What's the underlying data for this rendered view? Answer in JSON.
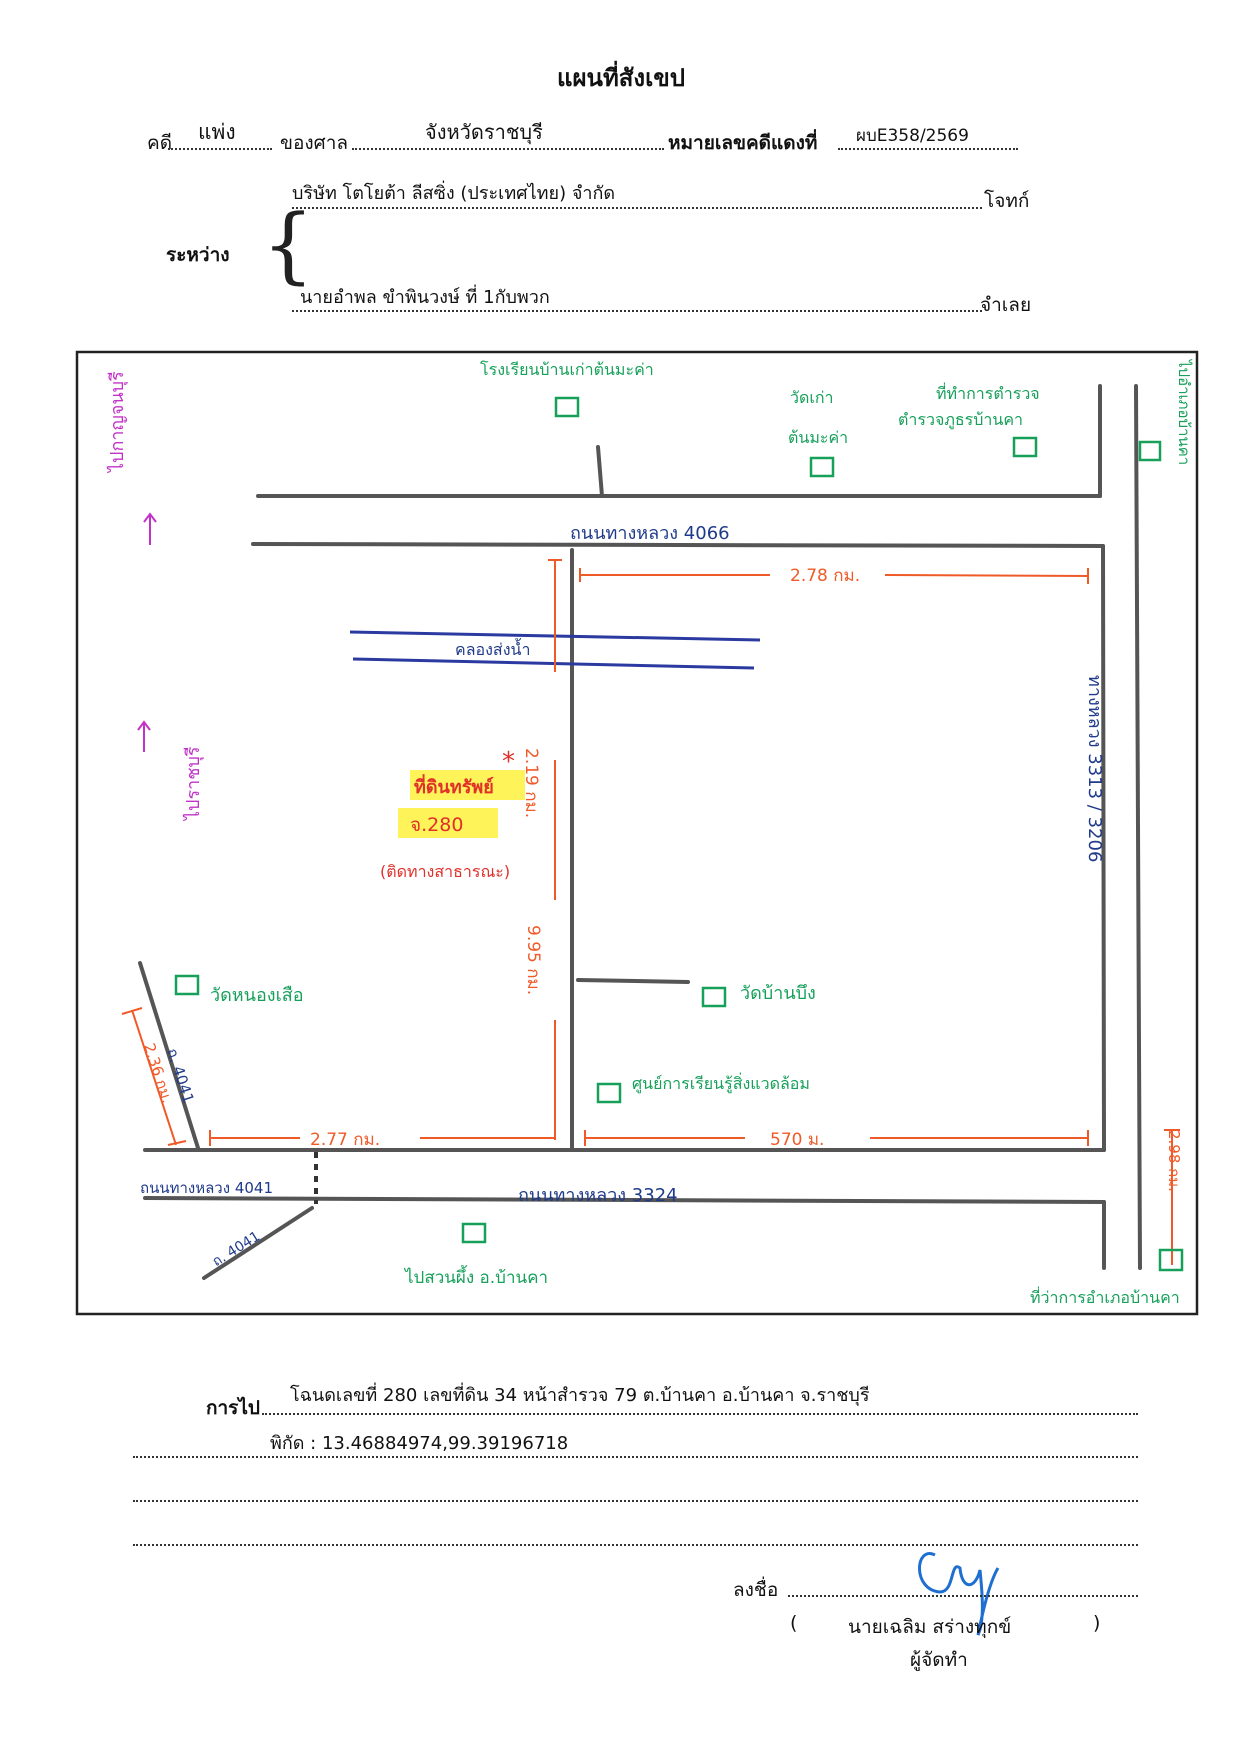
{
  "header": {
    "title": "แผนที่สังเขป",
    "case_label": "คดี",
    "case_type": "แพ่ง",
    "court_label": "ของศาล",
    "court": "จังหวัดราชบุรี",
    "red_case_label": "หมายเลขคดีแดงที่",
    "red_case_no": "ผบE358/2569"
  },
  "parties": {
    "between_label": "ระหว่าง",
    "plaintiff": "บริษัท โตโยต้า ลีสซิ่ง (ประเทศไทย) จำกัด",
    "plaintiff_role": "โจทก์",
    "defendant": "นายอำพล ขำพินวงษ์ ที่ 1กับพวก",
    "defendant_role": "จำเลย"
  },
  "map": {
    "labels": {
      "school_top": "โรงเรียนบ้านเก่าต้นมะค่า",
      "temple_old": "วัดเก่า",
      "temple_old_2": "ต้นมะค่า",
      "police": "ที่ทำการตำรวจ",
      "police_2": "ตำรวจภูธรบ้านคา",
      "to_kanchanaburi": "ไปกาญจนบุรี",
      "road_top": "ถนนทางหลวง 4066",
      "dist_top": "2.78 กม.",
      "canal": "คลองส่งน้ำ",
      "dist_vertical_1": "2.19 กม.",
      "target_1": "ที่ดินทรัพย์",
      "target_2": "จ.280",
      "target_3": "(ติดทางสาธารณะ)",
      "to_ratchaburi": "ไปราชบุรี",
      "road_right": "ทางหลวง 3313 / 3206",
      "road_right_far": "ไปอำเภอบ้านคา",
      "temple_left": "วัดหนองเสือ",
      "temple_center": "วัดบ้านบึง",
      "dist_vertical_2": "9.95 กม.",
      "road_diag": "ถ. 4041",
      "dist_diag": "2.36 กม.",
      "center_public": "ศูนย์การเรียนรู้สิ่งแวดล้อม",
      "dist_bottom_left": "2.77 กม.",
      "dist_bottom_right": "570 ม.",
      "road_bottom_left": "ถนนทางหลวง 4041",
      "road_bottom": "ถนนทางหลวง 3324",
      "road_lower_left": "ถ. 4041",
      "market": "ไปสวนผึ้ง อ.บ้านคา",
      "dist_right_edge": "2.98 กม.",
      "district_office": "ที่ว่าการอำเภอบ้านคา"
    }
  },
  "directions": {
    "label": "การไป",
    "line1": "โฉนดเลขที่ 280 เลขที่ดิน 34 หน้าสำรวจ 79 ต.บ้านคา อ.บ้านคา จ.ราชบุรี",
    "line2": "พิกัด : 13.46884974,99.39196718"
  },
  "signature": {
    "sign_label": "ลงชื่อ",
    "open_paren": "(",
    "name": "นายเฉลิม สร่างทุกข์",
    "close_paren": ")",
    "role": "ผู้จัดทำ"
  },
  "colors": {
    "road": "#555555",
    "canal": "#2b3aa0",
    "distance": "#f05a28",
    "landmark": "#16a05a",
    "highlight": "#fff35a",
    "target_text": "#e0302a",
    "direction": "#c232c8",
    "signature": "#1f6fd0"
  }
}
